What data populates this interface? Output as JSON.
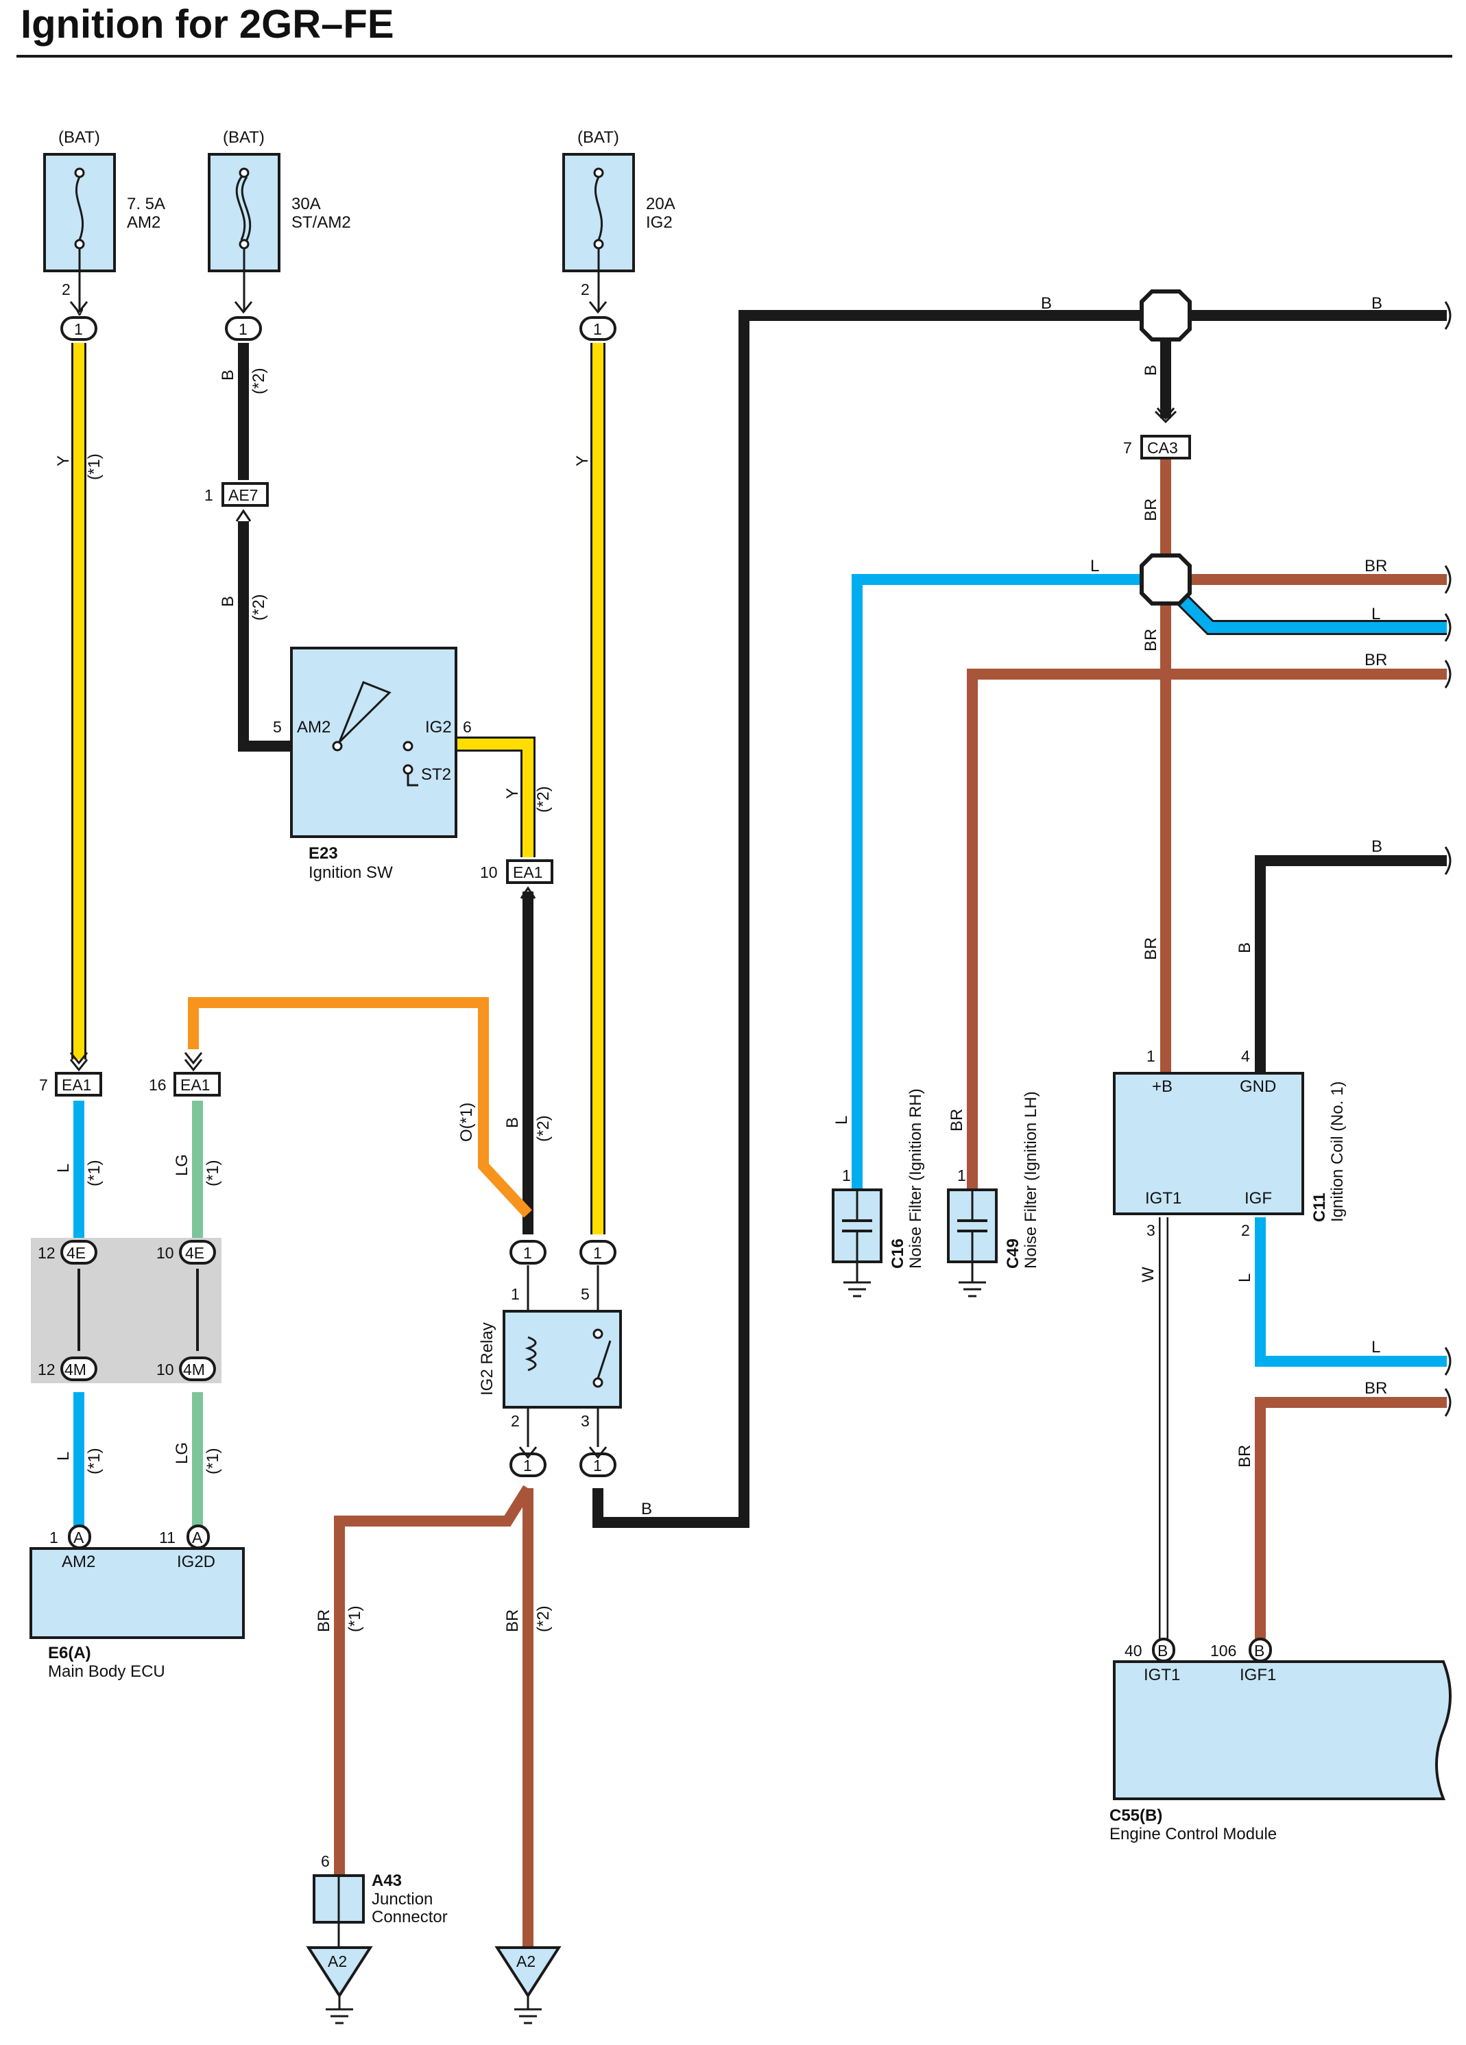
{
  "title": "Ignition for 2GR–FE",
  "colors": {
    "Y": "#ffdd00",
    "B": "#1a1a1a",
    "BR": "#a8553a",
    "L": "#00aeef",
    "LG": "#7cc59b",
    "O": "#f7941d",
    "W": "#ffffff",
    "component": "#c6e5f6",
    "junction_block": "#d3d3d3"
  },
  "fuses": [
    {
      "source": "(BAT)",
      "rating": "7. 5A",
      "name": "AM2",
      "pin": "2",
      "conn": "1"
    },
    {
      "source": "(BAT)",
      "rating": "30A",
      "name": "ST/AM2",
      "pin": "",
      "conn": "1"
    },
    {
      "source": "(BAT)",
      "rating": "20A",
      "name": "IG2",
      "pin": "2",
      "conn": "1"
    }
  ],
  "connectors": {
    "ae7": {
      "pin": "1",
      "name": "AE7"
    },
    "ea1_ig": {
      "pin": "10",
      "name": "EA1"
    },
    "ea1_am2": {
      "pin": "7",
      "name": "EA1"
    },
    "ea1_ig2d": {
      "pin": "16",
      "name": "EA1"
    },
    "ca3": {
      "pin": "7",
      "name": "CA3"
    },
    "j4e_a": {
      "pin": "12",
      "name": "4E"
    },
    "j4e_b": {
      "pin": "10",
      "name": "4E"
    },
    "j4m_a": {
      "pin": "12",
      "name": "4M"
    },
    "j4m_b": {
      "pin": "10",
      "name": "4M"
    },
    "relay_in1": "1",
    "relay_in2": "1",
    "relay_out1": "1",
    "relay_out2": "1",
    "ecu_a1": {
      "pin": "1",
      "name": "A"
    },
    "ecu_a2": {
      "pin": "11",
      "name": "A"
    },
    "ecm_b1": {
      "pin": "40",
      "name": "B"
    },
    "ecm_b2": {
      "pin": "106",
      "name": "B"
    }
  },
  "components": {
    "ignition_sw": {
      "code": "E23",
      "name": "Ignition SW",
      "term_am2": "AM2",
      "term_ig2": "IG2",
      "term_st2": "ST2",
      "pin_am2": "5",
      "pin_ig2": "6"
    },
    "ig2_relay": {
      "name": "IG2 Relay",
      "pin1": "1",
      "pin2": "2",
      "pin3": "3",
      "pin5": "5"
    },
    "main_body_ecu": {
      "code": "E6(A)",
      "name": "Main Body ECU",
      "term1": "AM2",
      "term2": "IG2D"
    },
    "ignition_coil": {
      "code": "C11",
      "name": "Ignition Coil (No. 1)",
      "term_b": "+B",
      "term_gnd": "GND",
      "term_igt": "IGT1",
      "term_igf": "IGF",
      "pin_b": "1",
      "pin_gnd": "4",
      "pin_igt": "3",
      "pin_igf": "2"
    },
    "noise_rh": {
      "code": "C16",
      "name": "Noise Filter (Ignition RH)",
      "pin": "1"
    },
    "noise_lh": {
      "code": "C49",
      "name": "Noise Filter (Ignition LH)",
      "pin": "1"
    },
    "ecm": {
      "code": "C55(B)",
      "name": "Engine Control Module",
      "term1": "IGT1",
      "term2": "IGF1"
    },
    "junction": {
      "code": "A43",
      "name1": "Junction",
      "name2": "Connector",
      "pin": "6"
    },
    "ground1": "A2",
    "ground2": "A2"
  },
  "wire_labels": {
    "y_am2": "Y",
    "y_am2_note": "(*1)",
    "b_stam2": "B",
    "b_stam2_note": "(*2)",
    "b_ae7": "B",
    "b_ae7_note": "(*2)",
    "y_ig2": "Y",
    "y_sw": "Y",
    "y_sw_note": "(*2)",
    "b_relay": "B",
    "b_relay_note": "(*2)",
    "o_relay": "O(*1)",
    "l_ecu1": "L",
    "l_ecu1_note": "(*1)",
    "lg_ecu1": "LG",
    "lg_ecu1_note": "(*1)",
    "l_ecu2": "L",
    "l_ecu2_note": "(*1)",
    "lg_ecu2": "LG",
    "lg_ecu2_note": "(*1)",
    "br_j1": "BR",
    "br_j1_note": "(*1)",
    "br_j2": "BR",
    "br_j2_note": "(*2)",
    "b_relay_out": "B",
    "b_top1": "B",
    "b_top2": "B",
    "b_ca3": "B",
    "br_ca3": "BR",
    "l_top": "L",
    "br_right1": "BR",
    "l_right1": "L",
    "br_right2": "BR",
    "br_mid": "BR",
    "br_coil": "BR",
    "l_rh": "L",
    "br_lh": "BR",
    "b_gnd": "B",
    "b_gnd2": "B",
    "w_igt": "W",
    "l_igf": "L",
    "l_right2": "L",
    "br_right3": "BR",
    "br_ecm": "BR"
  }
}
